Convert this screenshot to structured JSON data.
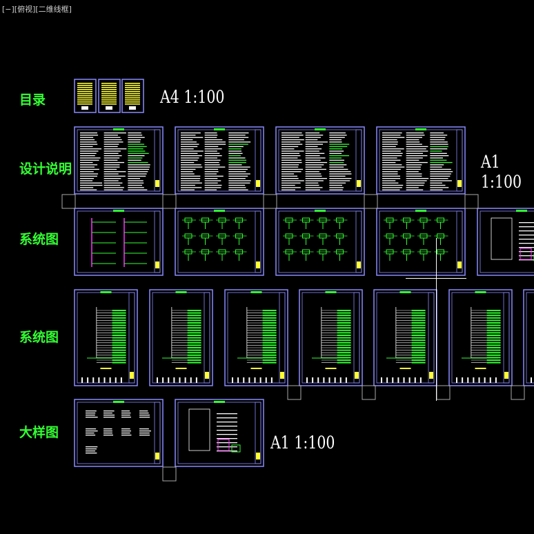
{
  "viewport": {
    "label": "[−][俯视][二维线框]"
  },
  "rows": [
    {
      "label": "目录"
    },
    {
      "label": "设计说明"
    },
    {
      "label": "系统图"
    },
    {
      "label": "系统图"
    },
    {
      "label": "大样图"
    }
  ],
  "scales": [
    {
      "text": "A4 1:100"
    },
    {
      "text": "A1 1:100"
    },
    {
      "text": "A1 1:100"
    }
  ],
  "colors": {
    "background": "#000000",
    "frame": "#8a8aff",
    "text_white": "#ffffff",
    "line_green": "#33ff33",
    "accent_yellow": "#ffff33",
    "accent_magenta": "#ff33ff",
    "accent_cyan": "#33ffff",
    "grip_gray": "#aaaaaa"
  }
}
